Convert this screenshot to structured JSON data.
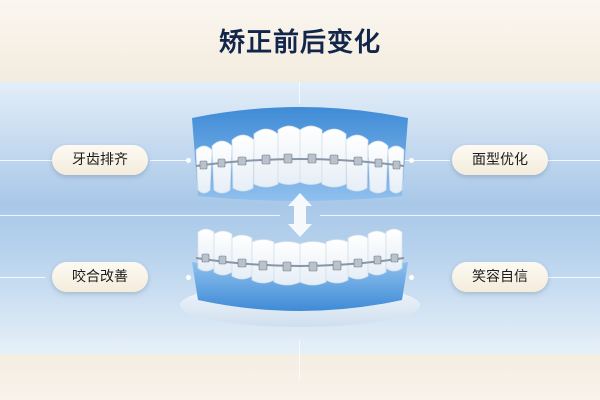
{
  "title": "矫正前后变化",
  "labels": {
    "teeth_alignment": "牙齿排齐",
    "face_optimization": "面型优化",
    "bite_improvement": "咬合改善",
    "smile_confidence": "笑容自信"
  },
  "icons": {
    "center_arrow": "double-arrow-vertical-icon"
  },
  "colors": {
    "title": "#12254a",
    "gum": "#5aa0de",
    "panel": "#a9c8e8",
    "pill": "#fdfaf3"
  }
}
